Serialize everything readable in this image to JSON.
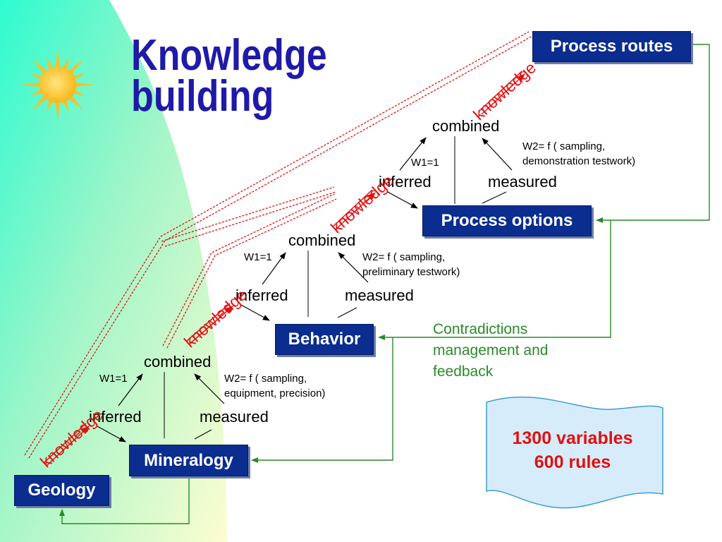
{
  "title": {
    "line1": "Knowledge",
    "line2": "building"
  },
  "boxes": {
    "process_routes": "Process routes",
    "process_options": "Process options",
    "behavior": "Behavior",
    "mineralogy": "Mineralogy",
    "geology": "Geology"
  },
  "levels": [
    {
      "combined": "combined",
      "inferred": "inferred",
      "measured": "measured",
      "w1": "W1=1",
      "w2_line1": "W2= f ( sampling,",
      "w2_line2": "equipment, precision)"
    },
    {
      "combined": "combined",
      "inferred": "inferred",
      "measured": "measured",
      "w1": "W1=1",
      "w2_line1": "W2= f ( sampling,",
      "w2_line2": "preliminary testwork)"
    },
    {
      "combined": "combined",
      "inferred": "inferred",
      "measured": "measured",
      "w1": "W1=1",
      "w2_line1": "W2= f ( sampling,",
      "w2_line2": "demonstration testwork)"
    }
  ],
  "knowledge_label": "knowledge",
  "feedback_note": {
    "line1": "Contradictions",
    "line2": "management and",
    "line3": "feedback"
  },
  "stats": {
    "line1": "1300 variables",
    "line2": "600 rules"
  },
  "colors": {
    "title": "#1f1aa8",
    "box_fill": "#0a2d8f",
    "knowledge_red": "#e11212",
    "feedback_green": "#2a8a2a",
    "stats_red": "#e01010",
    "stats_panel": "#d6ecfb",
    "stats_border": "#3aa0d0"
  }
}
